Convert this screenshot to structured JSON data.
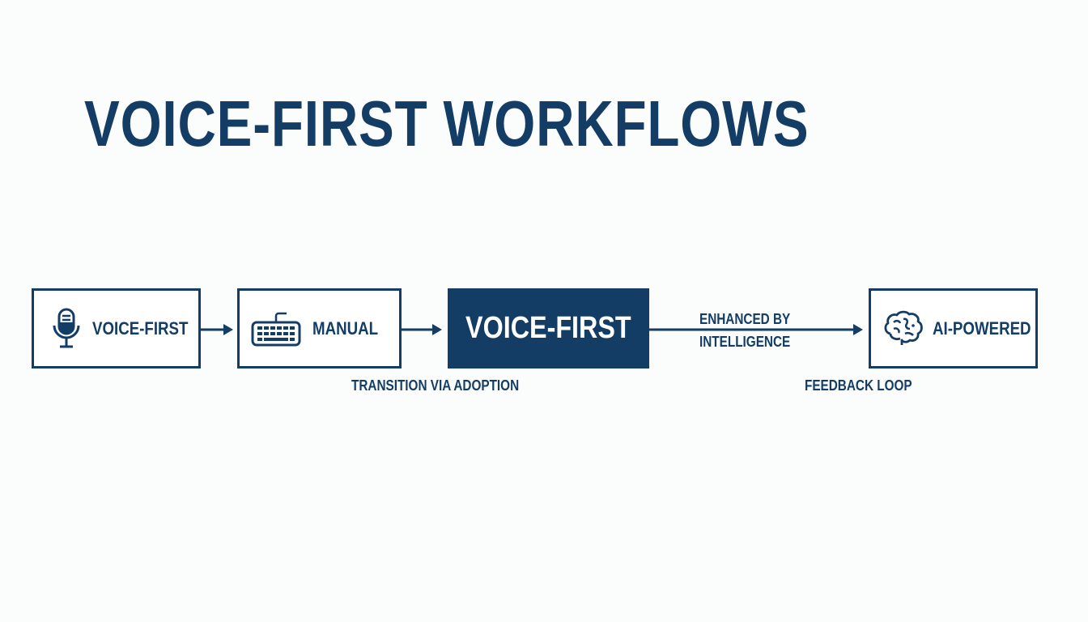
{
  "title": "VOICE-FIRST WORKFLOWS",
  "colors": {
    "primary": "#143d66",
    "background": "#fbfcfc",
    "box_fill": "#ffffff",
    "highlight_text": "#ffffff"
  },
  "nodes": [
    {
      "id": "voice-first-start",
      "label": "VOICE-FIRST",
      "icon": "microphone-icon",
      "style": "outline"
    },
    {
      "id": "manual",
      "label": "MANUAL",
      "icon": "keyboard-icon",
      "style": "outline"
    },
    {
      "id": "voice-first-center",
      "label": "VOICE-FIRST",
      "icon": null,
      "style": "filled"
    },
    {
      "id": "ai-powered",
      "label": "AI-POWERED",
      "icon": "brain-icon",
      "style": "outline"
    }
  ],
  "edges": [
    {
      "from": "voice-first-start",
      "to": "manual",
      "label": ""
    },
    {
      "from": "manual",
      "to": "voice-first-center",
      "label": ""
    },
    {
      "from": "voice-first-center",
      "to": "ai-powered",
      "label_line1": "ENHANCED BY",
      "label_line2": "INTELLIGENCE"
    }
  ],
  "annotations": {
    "transition": "TRANSITION VIA ADOPTION",
    "feedback": "FEEDBACK LOOP"
  }
}
